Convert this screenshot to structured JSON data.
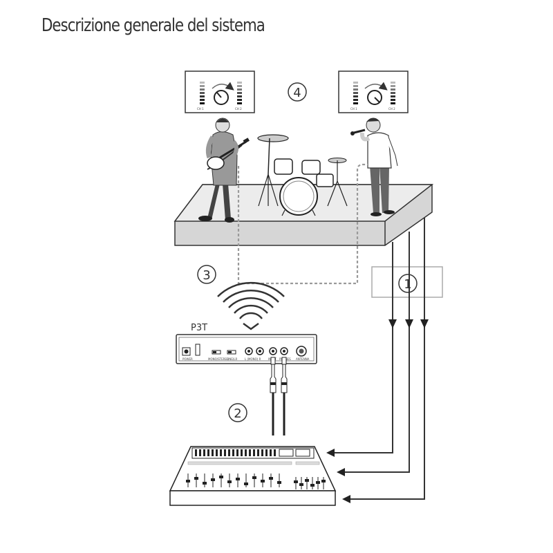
{
  "title": "Descrizione generale del sistema",
  "markers": {
    "one": "1",
    "two": "2",
    "three": "3",
    "four": "4"
  },
  "monitors": {
    "left": {
      "ch1": "CH 1",
      "ch2": "CH 2"
    },
    "right": {
      "ch1": "CH 1",
      "ch2": "CH 2"
    }
  },
  "device": {
    "name": "P3T",
    "panel_labels": [
      "POWER",
      "MONO/STEREO",
      "LINE/LR",
      "L (MONO) R",
      "INPUT",
      "PHONES",
      "ANTENNA"
    ]
  },
  "colors": {
    "line": "#333333",
    "stage_top": "#e8e8e8",
    "stage_front": "#d6d6d6",
    "dashed": "#9a9a9a"
  }
}
